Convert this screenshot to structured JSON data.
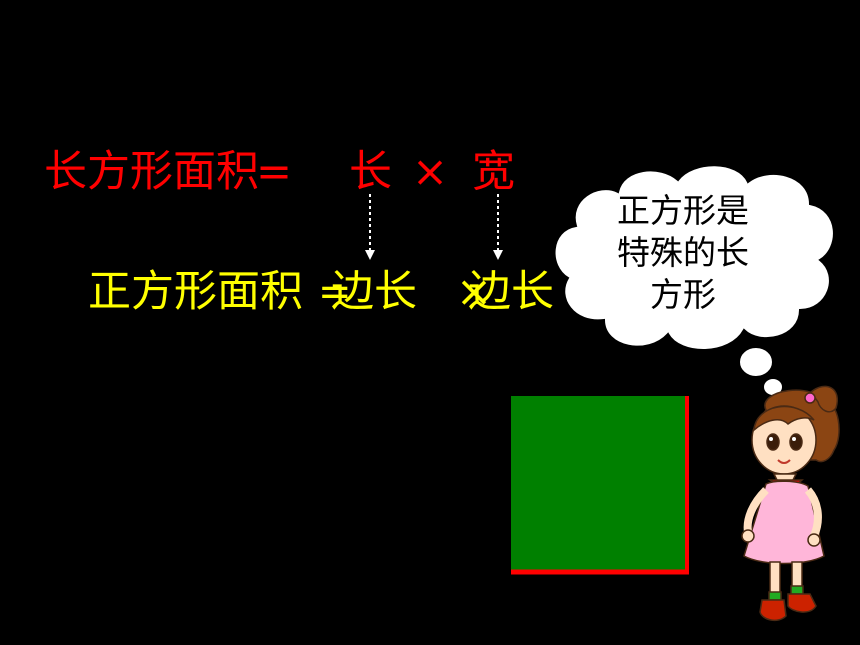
{
  "rect_formula": {
    "label": "长方形面积",
    "equals": "=",
    "length": "长",
    "times": "×",
    "width": "宽"
  },
  "square_formula": {
    "label": "正方形面积",
    "equals": "=",
    "side1": "边长",
    "times": "×",
    "side2": "边长"
  },
  "thought_bubble": {
    "lines": [
      "正方形是",
      "特殊的长",
      "方形"
    ]
  },
  "colors": {
    "background": "#000000",
    "rect_formula": "#ff0000",
    "square_formula": "#ffff00",
    "square_fill": "#008000",
    "square_border": "#ff0000",
    "arrow": "#ffffff"
  }
}
